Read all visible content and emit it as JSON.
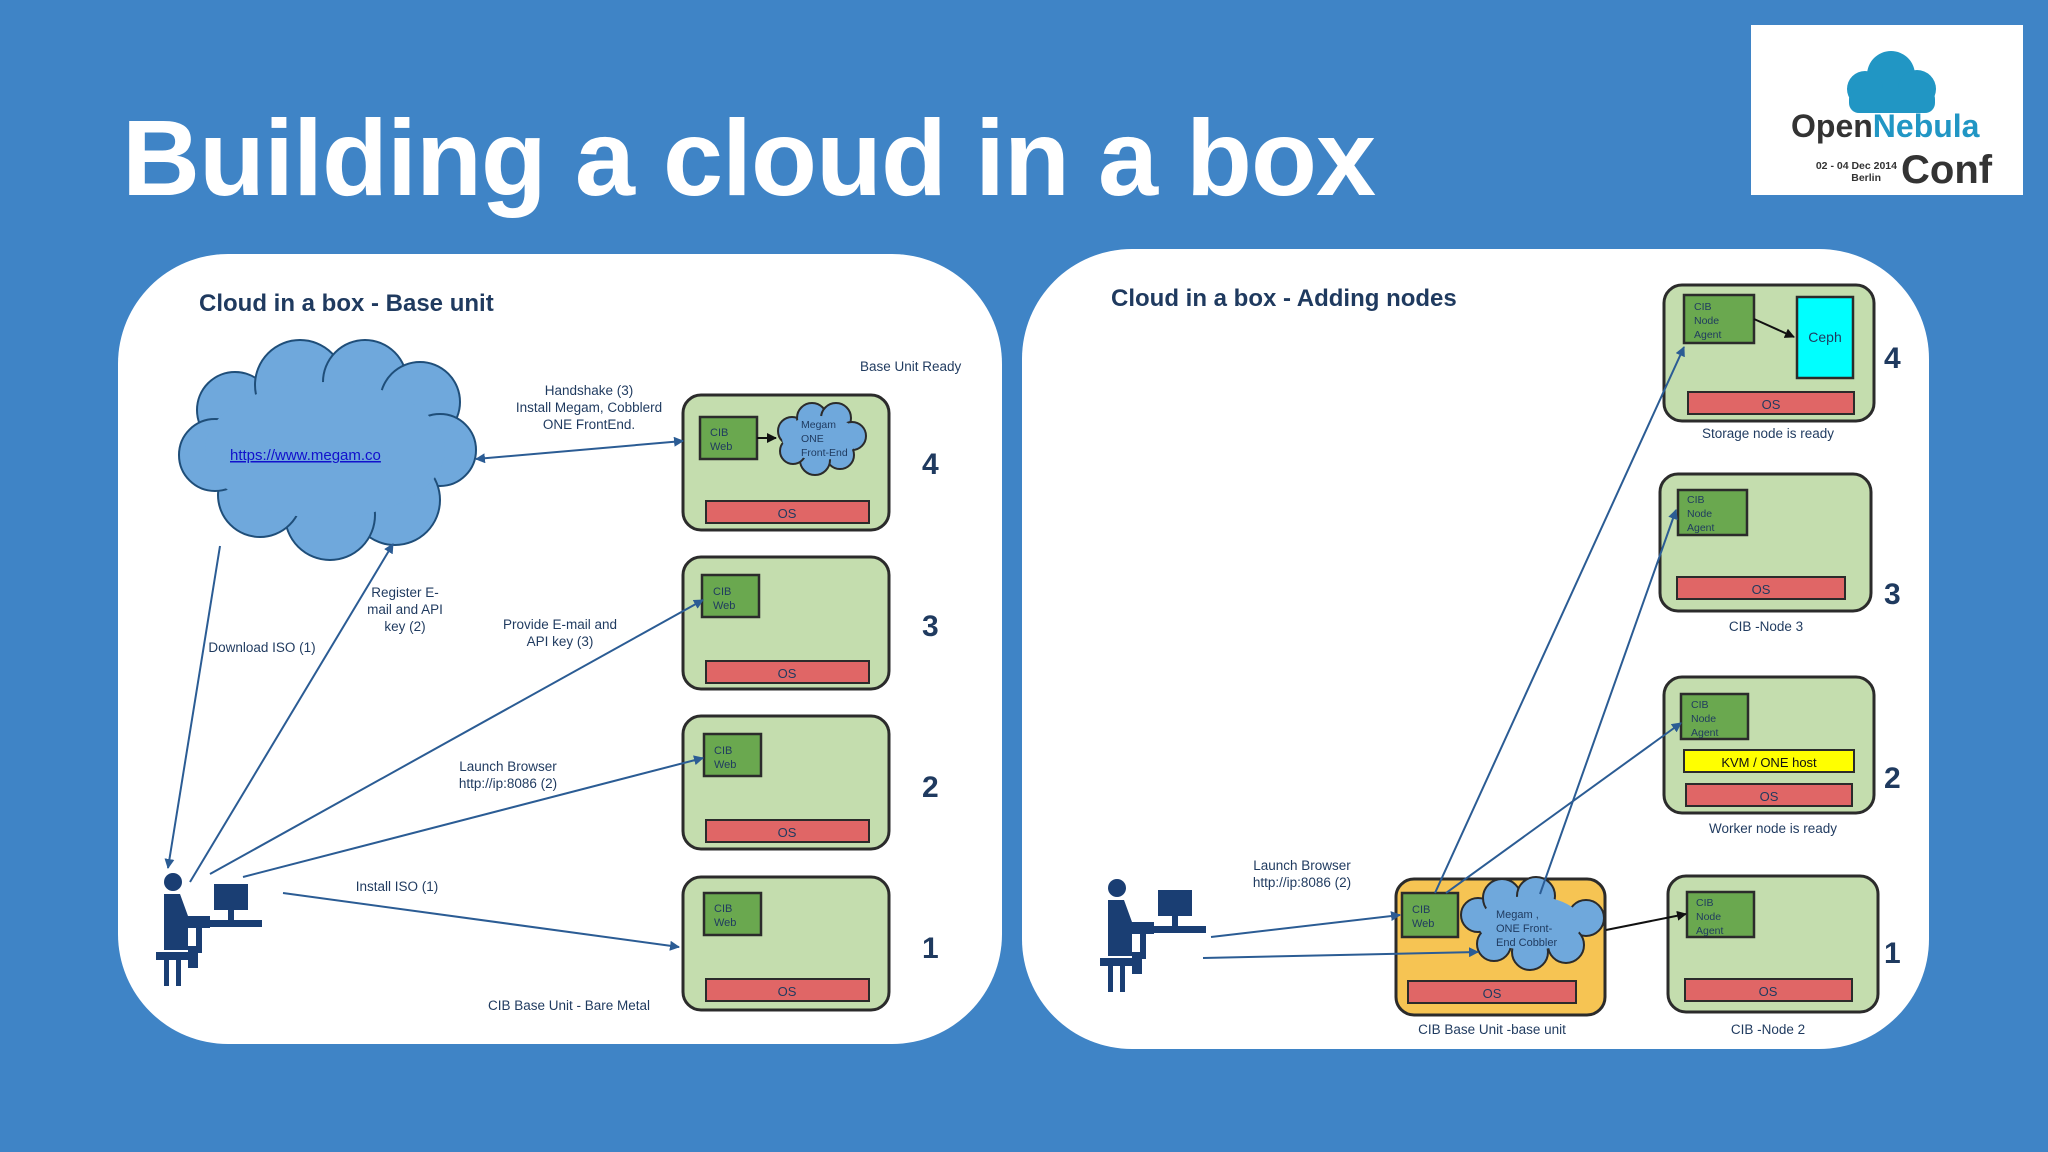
{
  "slide": {
    "title": "Building a cloud in a box"
  },
  "logo": {
    "line1a": "Open",
    "line1b": "Nebula",
    "date": "02 - 04 Dec 2014",
    "city": "Berlin",
    "conf": "Conf"
  },
  "left": {
    "heading": "Cloud in a box - Base unit",
    "cloud_link": "https://www.megam.co",
    "ready_label": "Base Unit Ready",
    "footer": "CIB Base Unit - Bare Metal",
    "handshake": [
      "Handshake (3)",
      "Install Megam, Cobblerd",
      "ONE FrontEnd."
    ],
    "register": [
      "Register E-",
      "mail and API",
      "key (2)"
    ],
    "download": "Download ISO (1)",
    "provide": [
      "Provide E-mail and",
      "API key (3)"
    ],
    "launch": [
      "Launch Browser",
      "http://ip:8086 (2)"
    ],
    "install": "Install ISO (1)",
    "steps": [
      "4",
      "3",
      "2",
      "1"
    ],
    "cib_web": [
      "CIB",
      "Web"
    ],
    "megam_cloud": [
      "Megam",
      "ONE",
      "Front-End"
    ],
    "os": "OS"
  },
  "right": {
    "heading": "Cloud in a box - Adding  nodes",
    "launch": [
      "Launch Browser",
      "http://ip:8086 (2)"
    ],
    "node_agent": [
      "CIB",
      "Node",
      "Agent"
    ],
    "ceph": "Ceph",
    "kvm": "KVM / ONE host",
    "os": "OS",
    "base_cloud": [
      "Megam ,",
      "ONE Front-",
      "End Cobbler"
    ],
    "cib_web": [
      "CIB",
      "Web"
    ],
    "captions": [
      "Storage node is  ready",
      "CIB -Node 3",
      "Worker node is ready",
      "CIB -Node 2",
      "CIB Base Unit -base unit"
    ],
    "steps": [
      "4",
      "3",
      "2",
      "1"
    ]
  },
  "colors": {
    "background": "#3F84C6",
    "box_fill": "#C4DDAE",
    "box_stroke": "#2b2b2b",
    "cib_fill": "#6AA84F",
    "os_fill": "#E06666",
    "cloud_fill": "#6FA8DC",
    "ceph_fill": "#00FFFF",
    "kvm_fill": "#FFFF00",
    "base_fill": "#F6C453",
    "arrow": "#2B5C94"
  }
}
